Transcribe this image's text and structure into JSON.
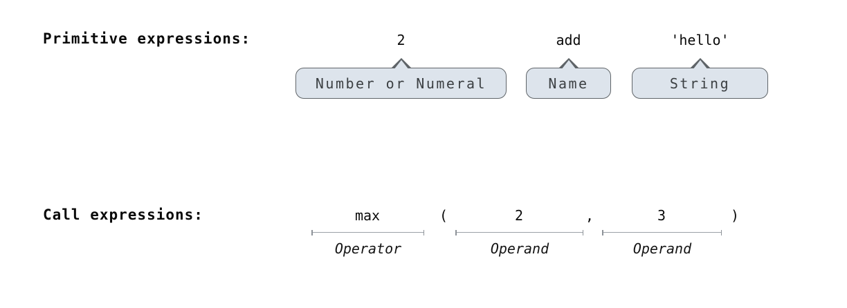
{
  "primitive_section": {
    "label": "Primitive expressions:",
    "items": [
      {
        "code": "2",
        "category": "Number or Numeral"
      },
      {
        "code": "add",
        "category": "Name"
      },
      {
        "code": "'hello'",
        "category": "String"
      }
    ]
  },
  "call_section": {
    "label": "Call expressions:",
    "tokens": {
      "operator": "max",
      "open_paren": "(",
      "operand1": "2",
      "comma": ",",
      "operand2": "3",
      "close_paren": ")"
    },
    "roles": {
      "operator": "Operator",
      "operand1": "Operand",
      "operand2": "Operand"
    }
  },
  "colors": {
    "background": "#ffffff",
    "bubble_fill": "#dde4ec",
    "bubble_border": "#5f6468",
    "bubble_text": "#3c4043",
    "measure_line": "#9aa0a6",
    "text": "#0a0a0a"
  }
}
